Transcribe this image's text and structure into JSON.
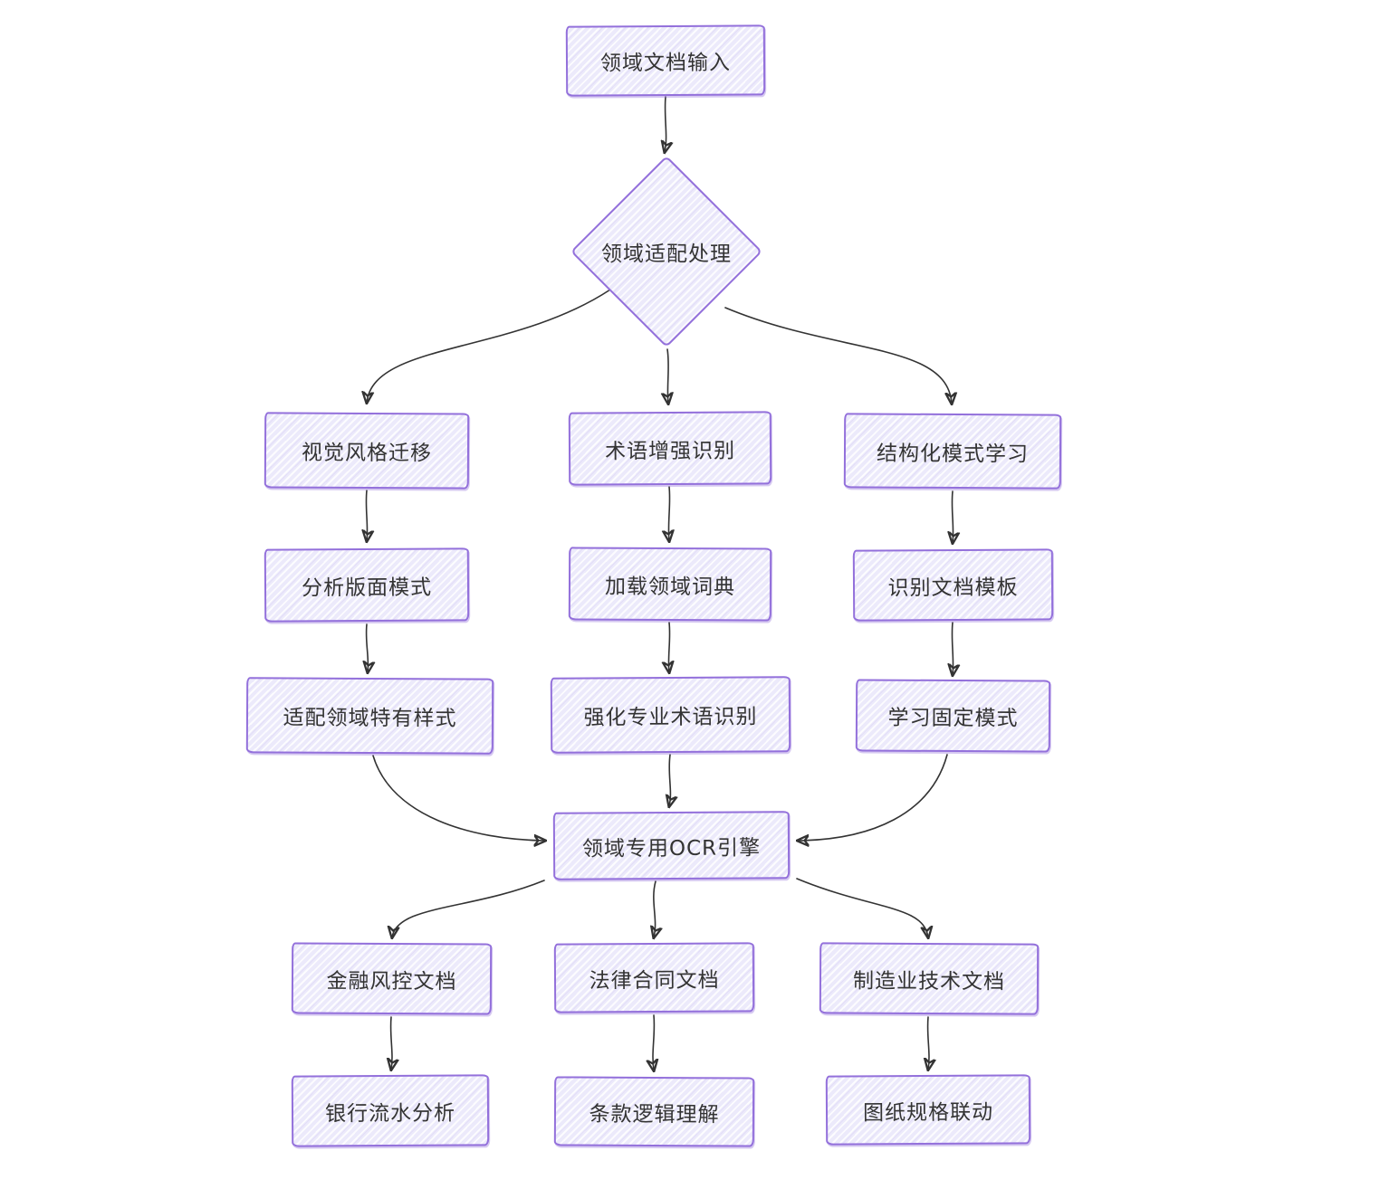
{
  "canvas": {
    "background": "#ffffff",
    "node_border_color": "#9370DB",
    "node_fill_color": "#ECEAFB",
    "text_color": "#333333",
    "arrow_color": "#333333"
  },
  "nodes": {
    "input": {
      "label": "领域文档输入",
      "shape": "rectangle"
    },
    "adapt": {
      "label": "领域适配处理",
      "shape": "diamond"
    },
    "visual": {
      "label": "视觉风格迁移",
      "shape": "rectangle"
    },
    "term": {
      "label": "术语增强识别",
      "shape": "rectangle"
    },
    "struct": {
      "label": "结构化模式学习",
      "shape": "rectangle"
    },
    "layout": {
      "label": "分析版面模式",
      "shape": "rectangle"
    },
    "dict": {
      "label": "加载领域词典",
      "shape": "rectangle"
    },
    "template": {
      "label": "识别文档模板",
      "shape": "rectangle"
    },
    "style": {
      "label": "适配领域特有样式",
      "shape": "rectangle"
    },
    "strengthen": {
      "label": "强化专业术语识别",
      "shape": "rectangle"
    },
    "fixed": {
      "label": "学习固定模式",
      "shape": "rectangle"
    },
    "ocr": {
      "label": "领域专用OCR引擎",
      "shape": "rectangle"
    },
    "finance": {
      "label": "金融风控文档",
      "shape": "rectangle"
    },
    "legal": {
      "label": "法律合同文档",
      "shape": "rectangle"
    },
    "mfg": {
      "label": "制造业技术文档",
      "shape": "rectangle"
    },
    "bank": {
      "label": "银行流水分析",
      "shape": "rectangle"
    },
    "clause": {
      "label": "条款逻辑理解",
      "shape": "rectangle"
    },
    "drawing": {
      "label": "图纸规格联动",
      "shape": "rectangle"
    }
  },
  "edges": [
    {
      "from": "input",
      "to": "adapt"
    },
    {
      "from": "adapt",
      "to": "visual"
    },
    {
      "from": "adapt",
      "to": "term"
    },
    {
      "from": "adapt",
      "to": "struct"
    },
    {
      "from": "visual",
      "to": "layout"
    },
    {
      "from": "term",
      "to": "dict"
    },
    {
      "from": "struct",
      "to": "template"
    },
    {
      "from": "layout",
      "to": "style"
    },
    {
      "from": "dict",
      "to": "strengthen"
    },
    {
      "from": "template",
      "to": "fixed"
    },
    {
      "from": "style",
      "to": "ocr"
    },
    {
      "from": "strengthen",
      "to": "ocr"
    },
    {
      "from": "fixed",
      "to": "ocr"
    },
    {
      "from": "ocr",
      "to": "finance"
    },
    {
      "from": "ocr",
      "to": "legal"
    },
    {
      "from": "ocr",
      "to": "mfg"
    },
    {
      "from": "finance",
      "to": "bank"
    },
    {
      "from": "legal",
      "to": "clause"
    },
    {
      "from": "mfg",
      "to": "drawing"
    }
  ]
}
